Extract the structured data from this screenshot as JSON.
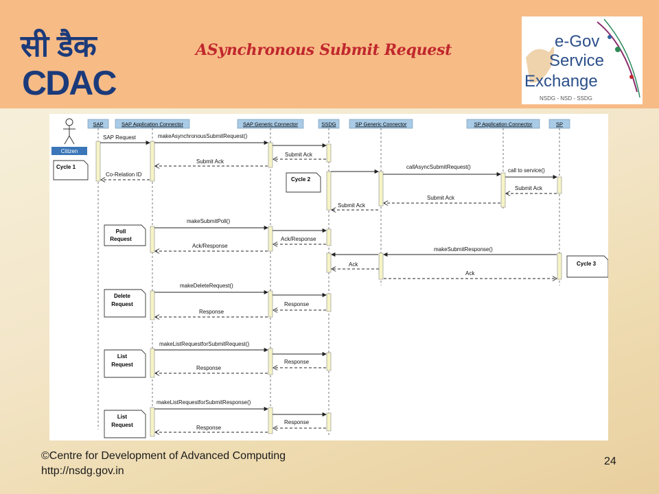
{
  "header": {
    "title": "ASynchronous Submit Request",
    "cdac_logo_hindi": "सी डैक",
    "cdac_logo_latin": "CDAC",
    "egov_logo_line1": "e-Gov",
    "egov_logo_line2": "Service",
    "egov_logo_line3": "Exchange",
    "egov_logo_sub": "NSDG - NSD - SSDG"
  },
  "diagram": {
    "actor": "Citizen",
    "participants": [
      "SAP",
      "SAP Application Connector",
      "SAP Generic Connector",
      "SSDG",
      "SP Generic Connector",
      "SP Application  Connector",
      "SP"
    ],
    "notes": {
      "cycle1": "Cycle 1",
      "cycle2": "Cycle 2",
      "cycle3": "Cycle 3",
      "poll_1": "Poll",
      "poll_2": "Request",
      "delete_1": "Delete",
      "delete_2": "Request",
      "list1_1": "List",
      "list1_2": "Request",
      "list2_1": "List",
      "list2_2": "Request"
    },
    "messages": {
      "sap_request": "SAP Request",
      "make_async": "makeAsynchronousSubmitRequest()",
      "submit_ack_1": "Submit Ack",
      "submit_ack_2": "Submit Ack",
      "corelation": "Co-Relation ID",
      "call_async": "callAsyncSubmitRequest()",
      "call_service": "call to service()",
      "submit_ack_3": "Submit Ack",
      "submit_ack_4": "Submit Ack",
      "submit_ack_5": "Submit Ack",
      "make_poll": "makeSubmitPoll()",
      "ack_response_1": "Ack/Response",
      "ack_response_2": "Ack/Response",
      "make_submit_response": "makeSubmitResponse()",
      "ack_1": "Ack",
      "ack_2": "Ack",
      "make_delete": "makeDeleteRequest()",
      "response_1": "Response",
      "response_2": "Response",
      "make_list_submit_req": "makeListRequestforSubmitRequest()",
      "response_3": "Response",
      "response_4": "Response",
      "make_list_submit_resp": "makeListRequestforSubmitResponse()",
      "response_5": "Response",
      "response_6": "Response"
    }
  },
  "footer": {
    "copyright": "©Centre for Development of Advanced Computing",
    "url": "http://nsdg.gov.in",
    "page_number": "24"
  },
  "colors": {
    "title": "#c0272d",
    "header_bg": "#f7bb86",
    "participant_box": "#a9cbe6",
    "activation": "#f6f4c6",
    "cdac_blue": "#1b3a7a"
  }
}
